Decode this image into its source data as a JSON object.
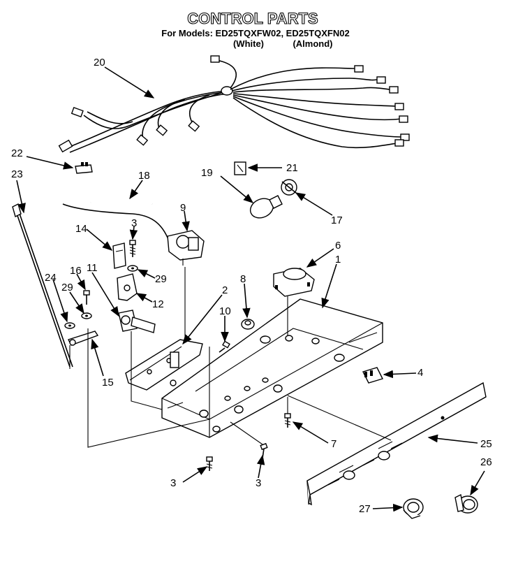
{
  "title": "CONTROL PARTS",
  "models_line": "For Models: ED25TQXFW02, ED25TQXFN02",
  "color_white": "(White)",
  "color_almond": "(Almond)",
  "callouts": {
    "c1": "1",
    "c2": "2",
    "c3a": "3",
    "c3b": "3",
    "c3c": "3",
    "c4": "4",
    "c6": "6",
    "c7": "7",
    "c8": "8",
    "c9": "9",
    "c10": "10",
    "c11": "11",
    "c12": "12",
    "c14": "14",
    "c15": "15",
    "c16": "16",
    "c17": "17",
    "c18": "18",
    "c19": "19",
    "c20": "20",
    "c21": "21",
    "c22": "22",
    "c23": "23",
    "c24": "24",
    "c25": "25",
    "c26": "26",
    "c27": "27",
    "c29a": "29",
    "c29b": "29"
  }
}
